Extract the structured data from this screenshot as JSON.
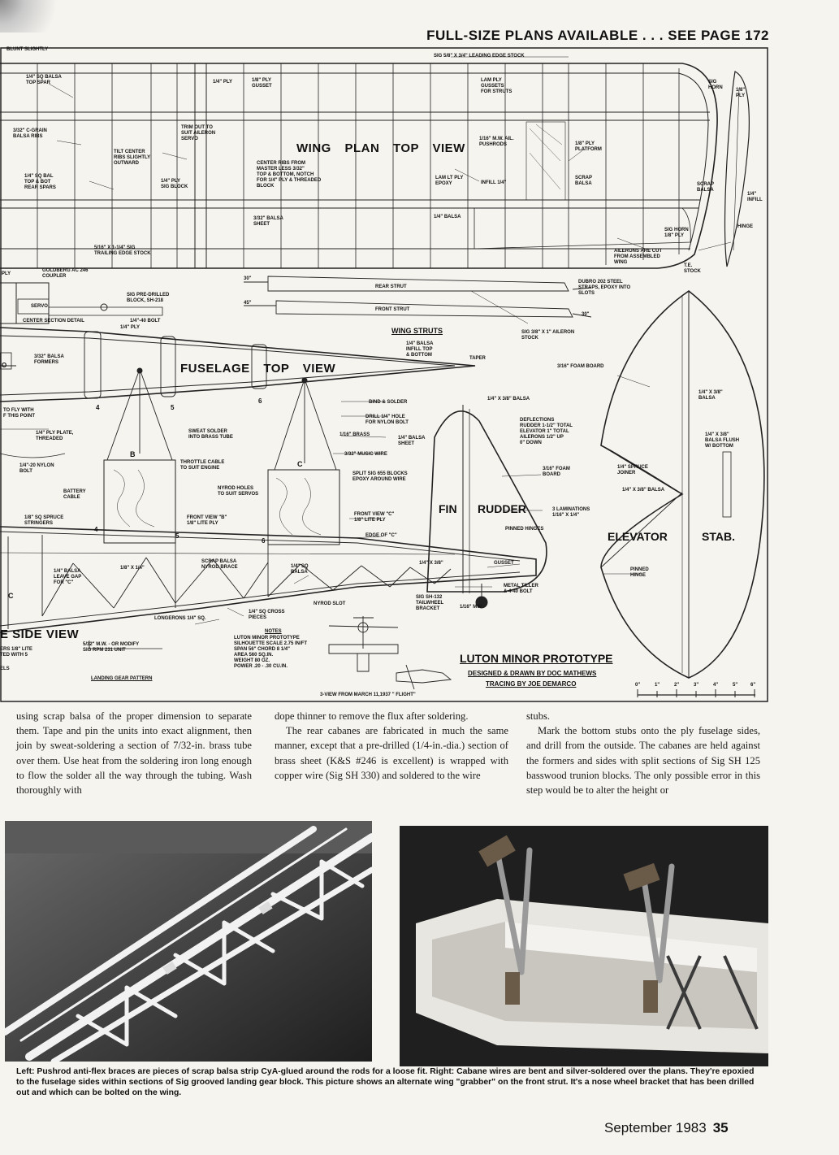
{
  "header": {
    "plans_notice": "FULL-SIZE PLANS AVAILABLE . . . SEE PAGE 172"
  },
  "plan": {
    "titles": {
      "wing_plan": "WING PLAN TOP VIEW",
      "fuselage_top": "FUSELAGE TOP VIEW",
      "fuselage_side": "E SIDE VIEW",
      "fin": "FIN",
      "rudder": "RUDDER",
      "elevator": "ELEVATOR",
      "stab": "STAB.",
      "wing_struts": "WING STRUTS",
      "prototype": "LUTON MINOR PROTOTYPE",
      "designed_by": "DESIGNED & DRAWN BY DOC MATHEWS",
      "tracing_by": "TRACING BY JOE DEMARCO",
      "three_view": "3-VIEW FROM MARCH 11,1937 \" FLIGHT\"",
      "notes_title": "NOTES"
    },
    "notes": "LUTON MINOR PROTOTYPE\nSILHOUETTE SCALE 2.75 IN/FT\nSPAN 56\"  CHORD 8 1/4\"\nAREA 560 SQ.IN.\nWEIGHT 80 OZ.\nPOWER .20 - .30 CU.IN.",
    "labels": {
      "blunt": "BLUNT SLIGHTLY",
      "le_stock": "SIG 5/8\" x 3/4\" LEADING EDGE STOCK",
      "top_spar": "1/4\" SQ BALSA\nTOP SPAR",
      "ply_14": "1/4\" PLY",
      "ply_gusset": "1/8\" PLY\nGUSSET",
      "lam_ply": "LAM PLY\nGUSSETS\nFOR STRUTS",
      "sig_horn": "SIG\nHORN",
      "ply_18_tip": "1/8\"\nPLY",
      "cgrain": "3/32\" C-GRAIN\nBALSA RIBS",
      "trim": "TRIM OUT TO\nSUIT AILERON\nSERVO",
      "tilt": "TILT CENTER\nRIBS SLIGHTLY\nOUTWARD",
      "center_ribs": "CENTER RIBS FROM\nMASTER LESS 3/32\"\nTOP & BOTTOM, NOTCH\nFOR 1/4\" PLY & THREADED\nBLOCK",
      "pushrods": "1/16\" M.W. AIL.\nPUSHRODS",
      "platform": "1/8\" PLY\nPLATFORM",
      "sq_bal": "1/4\" SQ BAL\nTOP & BOT\nREAR SPARS",
      "sig_block": "1/4\" PLY\nSIG BLOCK",
      "lam_epoxy": "LAM LT PLY\nEPOXY",
      "infill": "INFILL 1/4\"",
      "scrap_balsa_w": "SCRAP\nBALSA",
      "scrap_balsa_tip": "SCRAP\nBALSA",
      "infill_tip": "1/4\"\nINFILL",
      "balsa_sheet_332": "3/32\" BALSA\nSHEET",
      "balsa_14": "1/4\" BALSA",
      "hinge": "HINGE",
      "sig_horn_ply": "SIG HORN\n1/8\" PLY",
      "te_stock": "5/16\" x 1-1/4\" SIG\nTRAILING EDGE STOCK",
      "ailerons_cut": "AILERONS ARE CUT\nFROM ASSEMBLED\nWING",
      "te_stock2": "T.E.\nSTOCK",
      "ply_left": "PLY",
      "coupler": "GOLDBERG AC 246\nCOUPLER",
      "predrilled": "SIG PRE-DRILLED\nBLOCK, SH-218",
      "servo": "SERVO",
      "bolt_440": "1/4\"-40 BOLT",
      "center_detail": "CENTER SECTION DETAIL",
      "ply_14b": "1/4\" PLY",
      "rear_strut": "REAR STRUT",
      "front_strut": "FRONT STRUT",
      "dubro": "DUBRO 202 STEEL\nSTRAPS, EPOXY INTO\nSLOTS",
      "deg30a": "30\"",
      "deg45": "45\"",
      "deg30b": "30\"",
      "aileron_stock": "SIG 3/8\" x 1\" AILERON\nSTOCK",
      "formers": "3/32\" BALSA\nFORMERS",
      "infill_top": "1/4\" BALSA\nINFILL TOP\n& BOTTOM",
      "taper": "TAPER",
      "foam_board": "3/16\" FOAM BOARD",
      "fly_with": "TO FLY WITH\nF THIS POINT",
      "sweat_solder": "SWEAT SOLDER\nINTO BRASS TUBE",
      "bind_solder": "BIND & SOLDER",
      "drill_hole": "DRILL 1/4\" HOLE\nFOR NYLON BOLT",
      "brass_116": "1/16\" BRASS",
      "balsa_sheet": "1/4\" BALSA\nSHEET",
      "balsa_38": "1/4\" x 3/8\" BALSA",
      "deflections": "DEFLECTIONS\nRUDDER 1-1/2\" TOTAL\nELEVATOR 1\" TOTAL\nAILERONS 1/2\" UP\n0\" DOWN",
      "balsa_38_stab": "1/4\" x 3/8\"\nBALSA",
      "ply_plate": "1/4\" PLY PLATE,\nTHREADED",
      "nylon_bolt": "1/4\"-20 NYLON\nBOLT",
      "throttle": "THROTTLE CABLE\nTO SUIT ENGINE",
      "music_wire": "3/32\" MUSIC WIRE",
      "split_sig": "SPLIT SIG 655 BLOCKS\nEPOXY AROUND WIRE",
      "foam_board2": "3/16\" FOAM\nBOARD",
      "spruce_joiner": "1/4\" SPRUCE\nJOINER",
      "balsa_flush": "1/4\" x 3/8\"\nBALSA FLUSH\nW/ BOTTOM",
      "battery": "BATTERY\nCABLE",
      "nyrod_holes": "NYROD HOLES\nTO SUIT SERVOS",
      "balsa_38b": "1/4\" x 3/8\" BALSA",
      "laminations": "3 LAMINATIONS\n1/16\" x 1/4\"",
      "spruce_stringers": "1/8\" SQ SPRUCE\nSTRINGERS",
      "front_b": "FRONT VIEW \"B\"\n1/8\" LITE PLY",
      "front_c": "FRONT VIEW \"C\"\n1/8\" LITE PLY",
      "edge_c": "EDGE OF \"C\"",
      "pinned_hinges": "PINNED HINGES",
      "pinned_hinge": "PINNED\nHINGE",
      "leave_gap": "1/4\" BALSA\nLEAVE GAP\nFOR \"C\"",
      "sq_18": "1/8\" x 1/4\"",
      "scrap_nyrod": "SCRAP BALSA\nNYROD BRACE",
      "sq_balsa": "1/4\" SQ\nBALSA",
      "balsa_38c": "1/4\" x 3/8\"",
      "gusset": "GUSSET",
      "metal_tiller": "METAL TILLER\n& 4-40 BOLT",
      "sig_tailwheel": "SIG SH-132\nTAILWHEEL\nBRACKET",
      "mw_116": "1/16\" MW",
      "nyrod_slot": "NYROD SLOT",
      "longerons": "LONGERONS 1/4\" SQ.",
      "cross_pieces": "1/4\" SQ CROSS\nPIECES",
      "mw_modify": "5/32\" M.W. - OR MODIFY\nSIG RPM 231 UNIT",
      "ers_lite": "ERS 1/8\" LITE\nTED WITH 5",
      "els": "ELS",
      "landing_gear": "LANDING GEAR PATTERN",
      "former_4a": "4",
      "former_5a": "5",
      "former_6a": "6",
      "former_4b": "4",
      "former_5b": "5",
      "former_6b": "6",
      "former_b": "B",
      "former_c": "C",
      "letter_c": "C",
      "letter_o": "O"
    },
    "scale": [
      "0\"",
      "1\"",
      "2\"",
      "3\"",
      "4\"",
      "5\"",
      "6\""
    ]
  },
  "article": {
    "col1": "using scrap balsa of the proper dimension to separate them. Tape and pin the units into exact alignment, then join by sweat-soldering a section of 7/32-in. brass tube over them. Use heat from the soldering iron long enough to flow the solder all the way through the tubing. Wash thoroughly with",
    "col2_p1": "dope thinner to remove the flux after soldering.",
    "col2_p2": "The rear cabanes are fabricated in much the same manner, except that a pre-drilled (1/4-in.-dia.) section of brass sheet (K&S #246 is excellent) is wrapped with copper wire (Sig SH 330) and soldered to the wire",
    "col3_p1": "stubs.",
    "col3_p2": "Mark the bottom stubs onto the ply fuselage sides, and drill from the outside. The cabanes are held against the formers and sides with split sections of Sig SH 125 basswood trunion blocks. The only possible error in this step would be to alter the height or"
  },
  "caption": "Left: Pushrod anti-flex braces are pieces of scrap balsa strip CyA-glued around the rods for a loose fit. Right: Cabane wires are bent and silver-soldered over the plans. They're epoxied to the fuselage sides within sections of Sig grooved landing gear block. This picture shows an alternate wing \"grabber\" on the front strut. It's a nose wheel bracket that has been drilled out and which can be bolted on the wing.",
  "footer": {
    "issue": "September 1983",
    "page": "35"
  }
}
